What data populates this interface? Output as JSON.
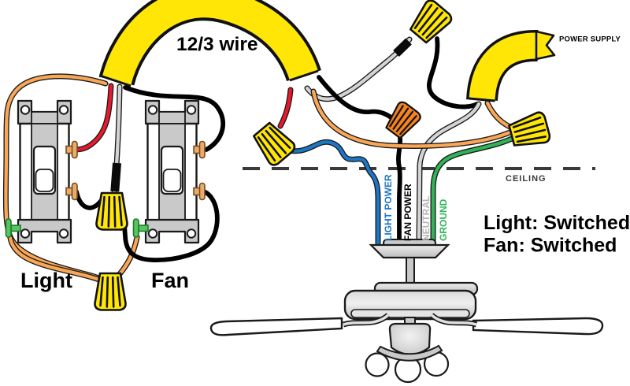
{
  "diagram": {
    "cable_label": "12/3 wire",
    "power_supply_label": "POWER SUPPLY",
    "ceiling_label": "CEILING",
    "switches": {
      "light_label": "Light",
      "fan_label": "Fan"
    },
    "fan_wires": [
      {
        "id": "light-power",
        "label": "LIGHT POWER",
        "color": "#1B76C5"
      },
      {
        "id": "fan-power",
        "label": "FAN POWER",
        "color": "#000000"
      },
      {
        "id": "neutral",
        "label": "NEUTRAL",
        "color": "#B5B5B5"
      },
      {
        "id": "ground",
        "label": "GROUND",
        "color": "#2FB457"
      }
    ],
    "status": {
      "line1": "Light: Switched",
      "line2": "Fan: Switched"
    },
    "colors": {
      "cable_yellow": "#FFE607",
      "wire_red": "#E8192C",
      "wire_black": "#000000",
      "wire_white": "#D4D4D4",
      "wire_orange": "#F9A757",
      "wire_blue": "#1B76C5",
      "wire_green": "#2FB457",
      "nut_yellow": "#FFE607",
      "nut_orange": "#F5831F"
    }
  }
}
